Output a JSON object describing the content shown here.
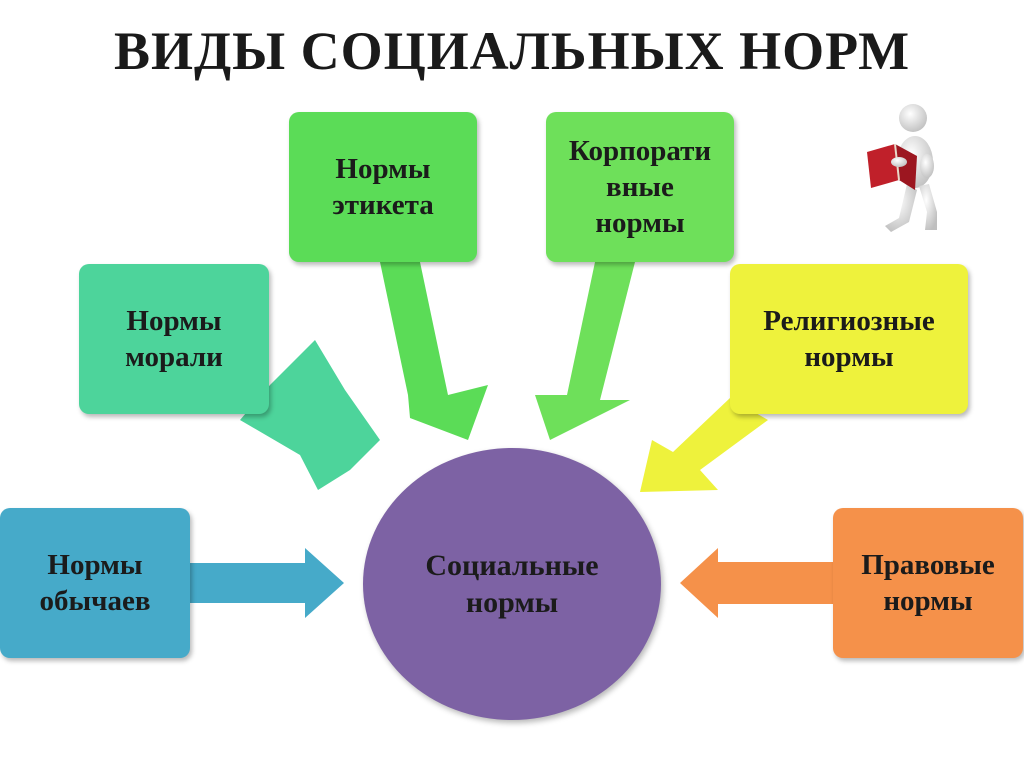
{
  "title": "ВИДЫ СОЦИАЛЬНЫХ НОРМ",
  "center": {
    "label": "Социальные\nнормы",
    "color": "#7d62a4"
  },
  "nodes": {
    "morality": {
      "label": "Нормы\nморали",
      "color": "#4dd49b"
    },
    "etiquette": {
      "label": "Нормы\nэтикета",
      "color": "#5bdc57"
    },
    "corporate": {
      "label": "Корпорати\nвные\nнормы",
      "color": "#6ee05a"
    },
    "religious": {
      "label": "Религиозные\nнормы",
      "color": "#eef23c"
    },
    "customs": {
      "label": "Нормы\nобычаев",
      "color": "#46aac9"
    },
    "legal": {
      "label": "Правовые\nнормы",
      "color": "#f5914a"
    }
  },
  "decor": {
    "reader_icon": "person-reading-book-icon",
    "book_color": "#c0202a"
  }
}
